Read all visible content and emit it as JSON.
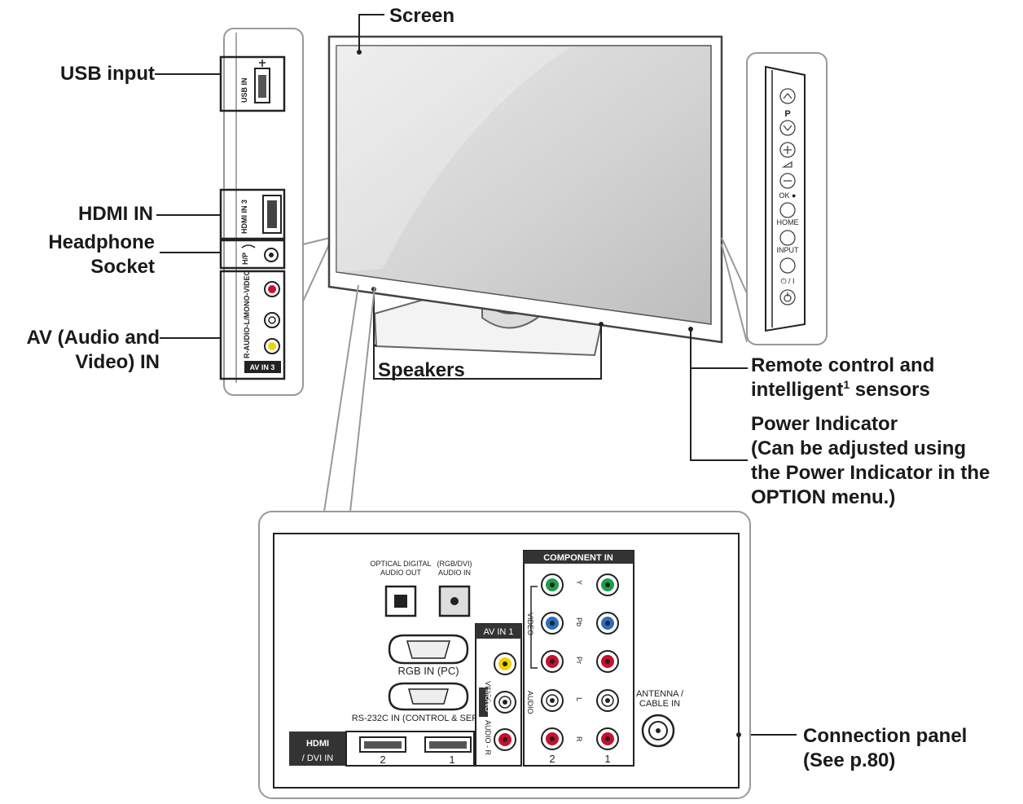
{
  "callouts": {
    "screen": "Screen",
    "usb_input": "USB input",
    "hdmi_in": "HDMI IN",
    "headphone_line1": "Headphone",
    "headphone_line2": "Socket",
    "av_line1": "AV (Audio and",
    "av_line2": "Video) IN",
    "speakers": "Speakers",
    "remote_line1": "Remote control and",
    "remote_line2_a": "intelligent",
    "remote_line2_sup": "1",
    "remote_line2_b": " sensors",
    "power_line1": "Power Indicator",
    "power_line2": "(Can be adjusted using",
    "power_line3": "the Power Indicator in the",
    "power_line4": "OPTION menu.)",
    "connection_line1": "Connection panel",
    "connection_line2": "(See p.80)"
  },
  "side_panel": {
    "usb_label": "USB IN",
    "hdmi_label": "HDMI IN 3",
    "headphone_label": "H/P",
    "av_label": "AV IN 3"
  },
  "control_panel": {
    "p_label": "P",
    "ok_label": "OK ●",
    "home_label": "HOME",
    "input_label": "INPUT",
    "power_label": "⏻ / I"
  },
  "connection_panel": {
    "optical_line1": "OPTICAL DIGITAL",
    "optical_line2": "AUDIO OUT",
    "rgb_audio_line1": "(RGB/DVI)",
    "rgb_audio_line2": "AUDIO IN",
    "rgb_in": "RGB IN (PC)",
    "rs232": "RS-232C IN (CONTROL & SERVICE)",
    "hdmi_logo": "HDMI",
    "hdmi_sub": "/ DVI IN",
    "hdmi_port_2": "2",
    "hdmi_port_1": "1",
    "av_in_1": "AV IN 1",
    "video_vertical": "VIDEO",
    "mono_vertical": "MONO",
    "audio_vertical": "AUDIO - R",
    "component_in": "COMPONENT IN",
    "comp_video": "VIDEO",
    "comp_audio": "AUDIO",
    "y": "Y",
    "pb": "Pb",
    "pr": "Pr",
    "l": "L",
    "r": "R",
    "col_2": "2",
    "col_1": "1",
    "antenna_line1": "ANTENNA /",
    "antenna_line2": "CABLE IN"
  },
  "colors": {
    "green": "#1e9e4a",
    "blue": "#2a6fc0",
    "red": "#c8102e",
    "yellow": "#f2d200",
    "dark": "#333333",
    "panel_border": "#999999"
  },
  "icons": [
    "up-chevron-icon",
    "down-chevron-icon",
    "plus-icon",
    "minus-icon",
    "volume-icon",
    "power-icon",
    "usb-icon",
    "headphone-icon"
  ]
}
